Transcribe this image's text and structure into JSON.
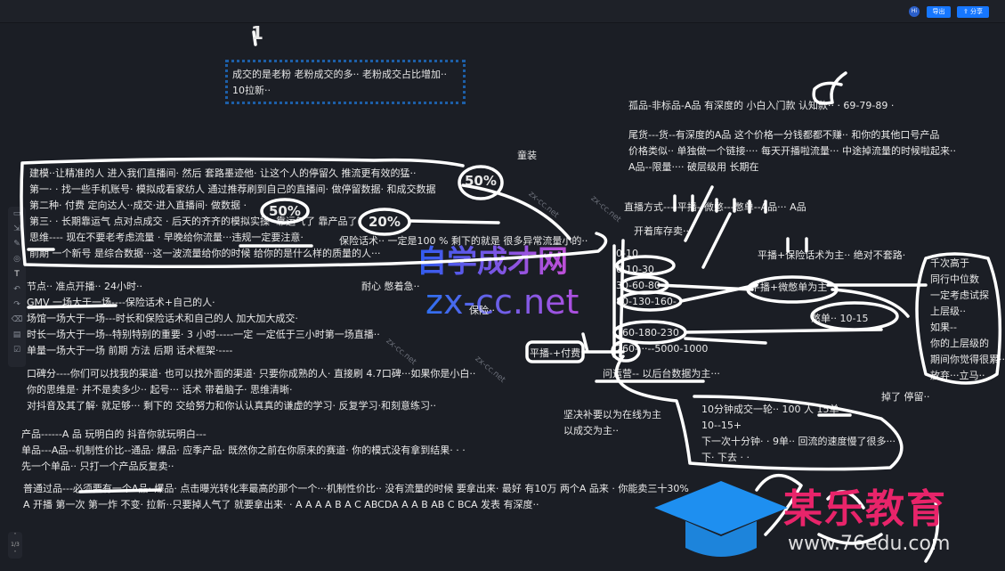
{
  "topbar": {
    "avatar": "Hi",
    "export_label": "导出",
    "share_label": "分享",
    "accent": "#1677ff"
  },
  "toolbar": {
    "tools": [
      "folder-icon",
      "import-icon",
      "pen-icon",
      "shape-icon",
      "text-icon",
      "undo-icon",
      "redo-icon",
      "eraser-icon",
      "clear-icon",
      "edit-icon"
    ],
    "page": "1/3"
  },
  "handwriting": {
    "page_number": "1",
    "pct1": "50%",
    "pct2": "50%",
    "pct3": "20%"
  },
  "note_box": [
    "成交的是老粉 老粉成交的多··  老粉成交占比增加··",
    "10拉新··"
  ],
  "labels": {
    "tongzhuang": "童装",
    "naixin": "耐心 憋着急··",
    "baoxian": "保险··",
    "baoxian_huashu": "保险话术·· 一定是100 % 剩下的就是 很多异常流量小的··"
  },
  "block_model": [
    "建模··让精准的人 进入我们直播间· 然后 套路墨迹他· 让这个人的停留久 推流更有效的猛··",
    "第一· ·  找一些手机账号· 模拟成看家纺人 通过推荐刷到自己的直播间· 做停留数据· 和成交数据",
    "第二种· 付费  定向达人··成交·进入直播间· 做数据 ·",
    "第三· ·  长期靠运气 点对点成交 · 后天的齐齐的模拟实操· 靠运气了 靠产品了",
    "思维---- 现在不要老考虑流量 · 早晚给你流量···违规一定要注意·",
    "前期 一个新号 是综合数据···这一波流量给你的时候  给你的是什么样的质量的人···"
  ],
  "block_node": [
    "节点·· 准点开播·· 24小时··",
    "GMV 一场大于一场----保险话术+自己的人·",
    "场馆一场大于一场---时长和保险话术和自己的人 加大加大成交·",
    "时长一场大于一场--特别特别的重要·  3 小时-----一定 一定低于三小时第一场直播··",
    "单量一场大于一场  前期 方法 后期 话术框架·----"
  ],
  "block_koubei": [
    "口碑分----你们可以找我的渠道· 也可以找外面的渠道· 只要你成熟的人· 直接刷 4.7口碑···如果你是小白··",
    "你的思维是· 并不是卖多少·· 起号··· 话术 带着脑子· 思维清晰·",
    "对抖音及其了解· 就足够··· 剩下的 交给努力和你认认真真的谦虚的学习· 反复学习·和刻意练习··"
  ],
  "block_product": [
    "产品------A 品  玩明白的     抖音你就玩明白---",
    "单品---A品--机制性价比--通品· 爆品·  应季产品·  既然你之前在你原来的赛道· 你的模式没有拿到结果· · ·",
    "先一个单品··     只打一个产品反复卖··"
  ],
  "block_guopin": [
    "普通过品---必须要有一个A品· 爆品· 点击曝光转化率最高的那个一个···机制性价比··  没有流量的时候 要拿出来· 最好 有10万 两个A 品来 · 你能卖三十30%",
    "A 开播 第一次 第一炸 不变·  拉新··只要掉人气了 就要拿出来· · A A A     A B A C   ABCDA  A A B  AB C BCA 发表  有深度··"
  ],
  "block_gupin": [
    "孤品-非标品-A品   有深度的  小白入门款  认知款·· · 69-79-89 ·"
  ],
  "block_weihuo": [
    "尾货---货--有深度的A品  这个价格一分钱都都不赚··  和你的其他口号产品",
    " 价格类似·· 单独做一个链接····  每天开播啦流量···  中途掉流量的时候啦起来··",
    "A品--限量····    破层级用 长期在"
  ],
  "live_mode": {
    "title": "直播方式----平播--微憋---憋单--A品···    A品",
    "stock": "开着库存卖··",
    "pingbo_baoxian": "平播+保险话术为主··  绝对不套路·",
    "pingbo_biedan": "平播+微憋单为主",
    "biedan": "憋单·· 10-15",
    "pingbo_fufei": "平播-+付费",
    "yunying": "问运营-- 以后台数据为主···"
  },
  "levels": [
    "0-10",
    "0-10-30",
    "30-60-80",
    "80-130-160-",
    "160-180-230",
    "260-···--5000-1000"
  ],
  "right_list": [
    "千次高于",
    "同行中位数",
    "一定考虑试探",
    "上层级··",
    "如果--",
    "你的上层级的",
    "期间你觉得很累··",
    "放弃···立马··"
  ],
  "drop": "掉了  停留··",
  "jianjue": [
    "坚决补要以为在线为主",
    "以成交为主··"
  ],
  "ten_min": [
    "10分钟成交一轮··   100 人  15单··",
    "10--15+",
    "下一次十分钟· · 9单··  回流的速度慢了很多··· -",
    "下· 下去  · ·"
  ],
  "watermarks": {
    "cn": "自学成才网",
    "url": "zx-cc.net",
    "small": "zx-cc.net",
    "edu": "某乐教育",
    "edu_url": "www.76edu.com",
    "colors": [
      "#2f5df0",
      "#c04fd8",
      "#e8246a"
    ]
  }
}
